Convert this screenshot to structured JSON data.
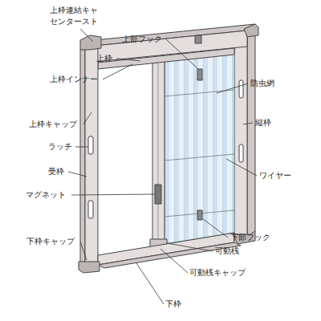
{
  "diagram": {
    "labels": [
      "上枠連結キャ センタースト",
      "上部フック",
      "上枠",
      "上枠インナー",
      "防虫網",
      "縦枠",
      "上枠キャップ",
      "ラッチ",
      "ワイヤー",
      "受枠",
      "マグネット",
      "下部フック",
      "下枠キャップ",
      "可動桟",
      "可動桟キャップ",
      "下枠"
    ]
  }
}
